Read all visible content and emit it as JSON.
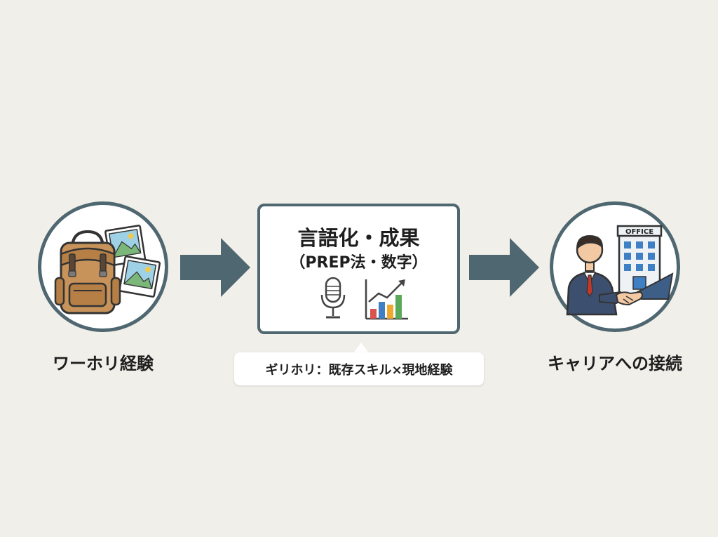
{
  "left_node": {
    "label": "ワーホリ経験",
    "icon": "backpack-with-photos-icon"
  },
  "center_box": {
    "title": "言語化・成果",
    "subtitle": "（PREP法・数字）",
    "icons": [
      "microphone-icon",
      "bar-chart-icon"
    ]
  },
  "callout": {
    "text": "ギリホリ：既存スキル×現地経験"
  },
  "right_node": {
    "label": "キャリアへの接続",
    "icon": "office-handshake-icon",
    "office_sign": "OFFICE"
  },
  "colors": {
    "background": "#f1efe9",
    "accent": "#4f6770",
    "text": "#1e1e1e"
  }
}
